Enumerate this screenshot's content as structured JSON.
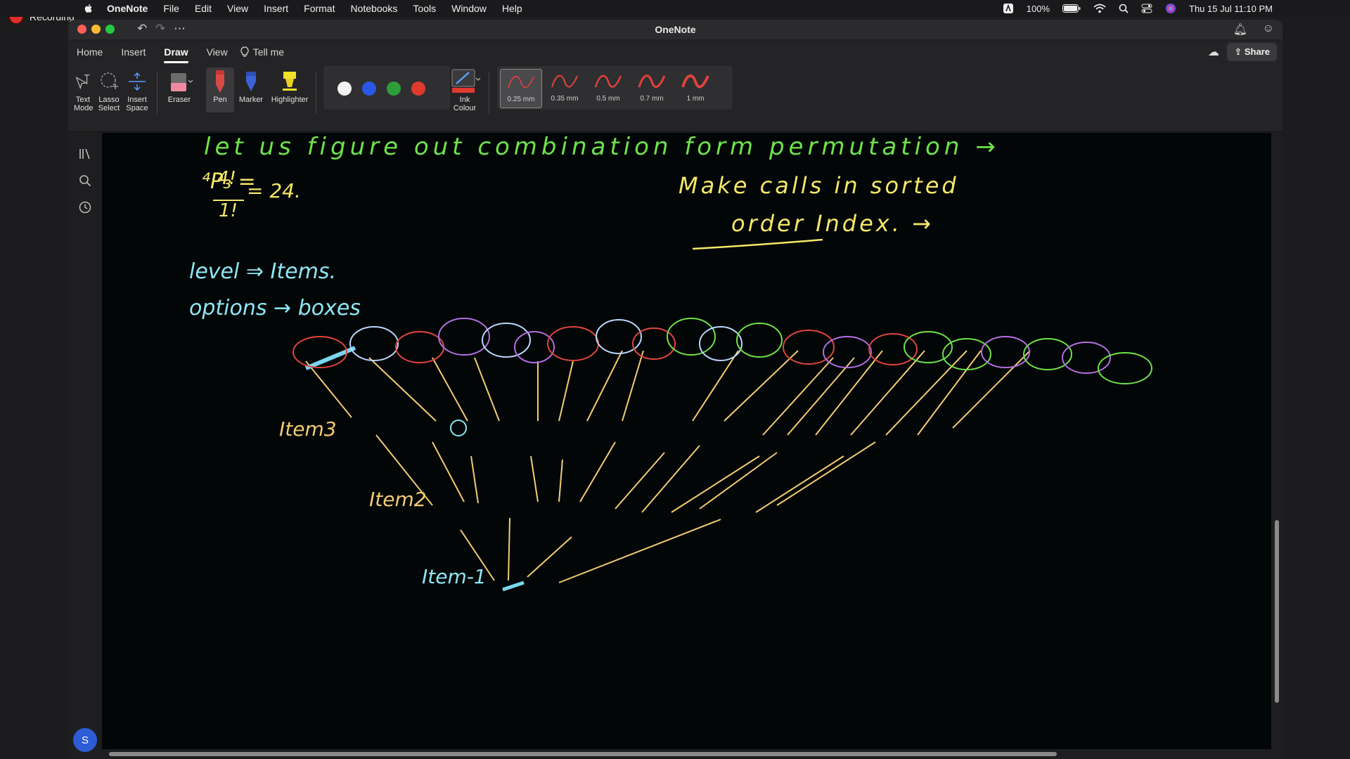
{
  "recording": {
    "label": "Recording"
  },
  "menubar": {
    "app": "OneNote",
    "items": [
      "File",
      "Edit",
      "View",
      "Insert",
      "Format",
      "Notebooks",
      "Tools",
      "Window",
      "Help"
    ],
    "battery": "100%",
    "clock": "Thu 15 Jul  11:10 PM"
  },
  "window": {
    "title": "OneNote"
  },
  "tabs": [
    "Home",
    "Insert",
    "Draw",
    "View"
  ],
  "tell_me": "Tell me",
  "share": "Share",
  "toolbar": {
    "text_mode": "Text Mode",
    "lasso_select": "Lasso Select",
    "insert_space": "Insert Space",
    "eraser": "Eraser",
    "pen": "Pen",
    "marker": "Marker",
    "highlighter": "Highlighter",
    "ink_colour": "Ink Colour",
    "colors": [
      "#f2f2f2",
      "#2b57e6",
      "#2e9e3a",
      "#e03a2f"
    ],
    "thickness": [
      "0.25 mm",
      "0.35 mm",
      "0.5 mm",
      "0.7 mm",
      "1 mm"
    ],
    "selected_thickness": "0.25 mm"
  },
  "leftnav": {
    "avatar_initial": "S"
  },
  "notes": {
    "heading": "let us figure out combination form permutation →",
    "formula_left": "⁴P₃ =",
    "formula_num": "4!",
    "formula_den": "1!",
    "formula_result": "= 24.",
    "make_calls": "Make calls in sorted",
    "order_index": "order Index. →",
    "level_items": "level ⇒ Items.",
    "options_boxes": "options → boxes",
    "item3": "Item3",
    "item2": "Item2",
    "item1": "Item-1"
  }
}
